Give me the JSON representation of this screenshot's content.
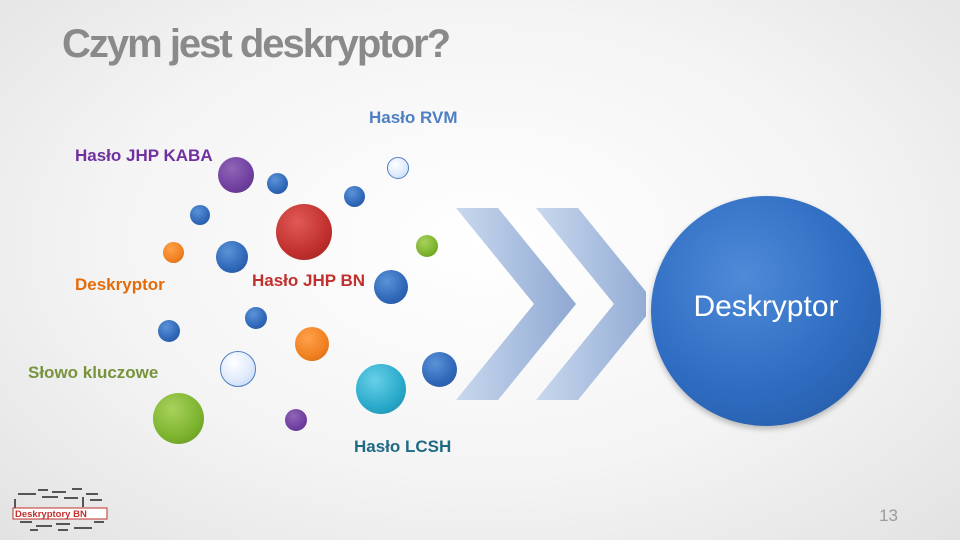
{
  "slide": {
    "title": "Czym jest deskryptor?",
    "page_number": "13"
  },
  "labels": {
    "rvm": "Hasło RVM",
    "kaba": "Hasło JHP KABA",
    "deskryptor_small": "Deskryptor",
    "jhp_bn": "Hasło JHP BN",
    "slowo": "Słowo kluczowe",
    "lcsh": "Hasło LCSH",
    "deskryptor_big": "Deskryptor"
  },
  "logo": {
    "text": "Deskryptory BN"
  },
  "colors": {
    "rvm": "#4f7fc3",
    "kaba": "#7030a0",
    "deskryptor_small": "#e36c09",
    "jhp_bn": "#c0302d",
    "slowo": "#77933c",
    "lcsh": "#1f6b86"
  }
}
